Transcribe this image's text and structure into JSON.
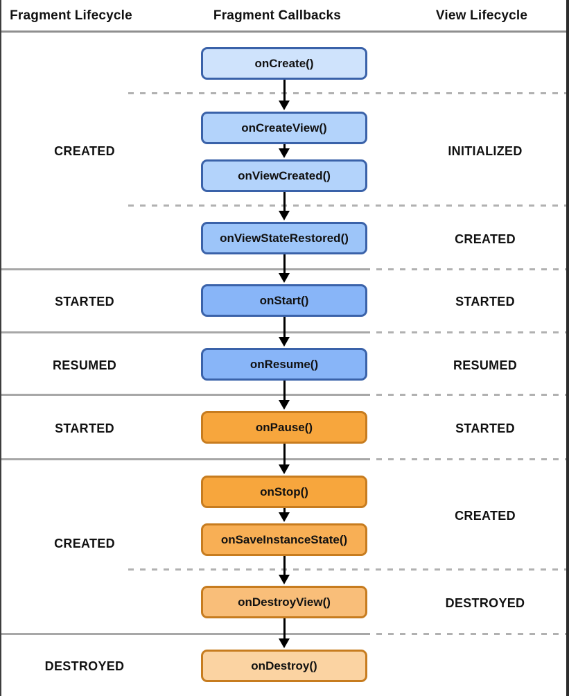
{
  "columns": [
    {
      "label": "Fragment Lifecycle"
    },
    {
      "label": "Fragment Callbacks"
    },
    {
      "label": "View Lifecycle"
    }
  ],
  "fragment_states": [
    {
      "label": "CREATED"
    },
    {
      "label": "STARTED"
    },
    {
      "label": "RESUMED"
    },
    {
      "label": "STARTED"
    },
    {
      "label": "CREATED"
    },
    {
      "label": "DESTROYED"
    }
  ],
  "view_states": [
    {
      "label": "INITIALIZED"
    },
    {
      "label": "CREATED"
    },
    {
      "label": "STARTED"
    },
    {
      "label": "RESUMED"
    },
    {
      "label": "STARTED"
    },
    {
      "label": "CREATED"
    },
    {
      "label": "DESTROYED"
    }
  ],
  "callbacks": [
    {
      "label": "onCreate()",
      "fill": "#CFE3FC",
      "border": "#3A62A9"
    },
    {
      "label": "onCreateView()",
      "fill": "#B3D3FB",
      "border": "#3A62A9"
    },
    {
      "label": "onViewCreated()",
      "fill": "#B3D3FB",
      "border": "#3A62A9"
    },
    {
      "label": "onViewStateRestored()",
      "fill": "#9DC5F9",
      "border": "#3A62A9"
    },
    {
      "label": "onStart()",
      "fill": "#88B5F8",
      "border": "#3A62A9"
    },
    {
      "label": "onResume()",
      "fill": "#88B5F8",
      "border": "#3A62A9"
    },
    {
      "label": "onPause()",
      "fill": "#F7A63D",
      "border": "#C77C1F"
    },
    {
      "label": "onStop()",
      "fill": "#F7A63D",
      "border": "#C77C1F"
    },
    {
      "label": "onSaveInstanceState()",
      "fill": "#F8AF55",
      "border": "#C77C1F"
    },
    {
      "label": "onDestroyView()",
      "fill": "#F9BE79",
      "border": "#C77C1F"
    },
    {
      "label": "onDestroy()",
      "fill": "#FBD3A2",
      "border": "#C77C1F"
    }
  ],
  "colors": {
    "background": "#FFFFFF",
    "text": "#111111",
    "arrow": "#000000",
    "separator_solid": "#A7A7A7",
    "separator_dashed": "#B1B1B1",
    "header_rule": "#8F8F8F",
    "blue_border": "#3A62A9",
    "orange_border": "#C77C1F"
  }
}
